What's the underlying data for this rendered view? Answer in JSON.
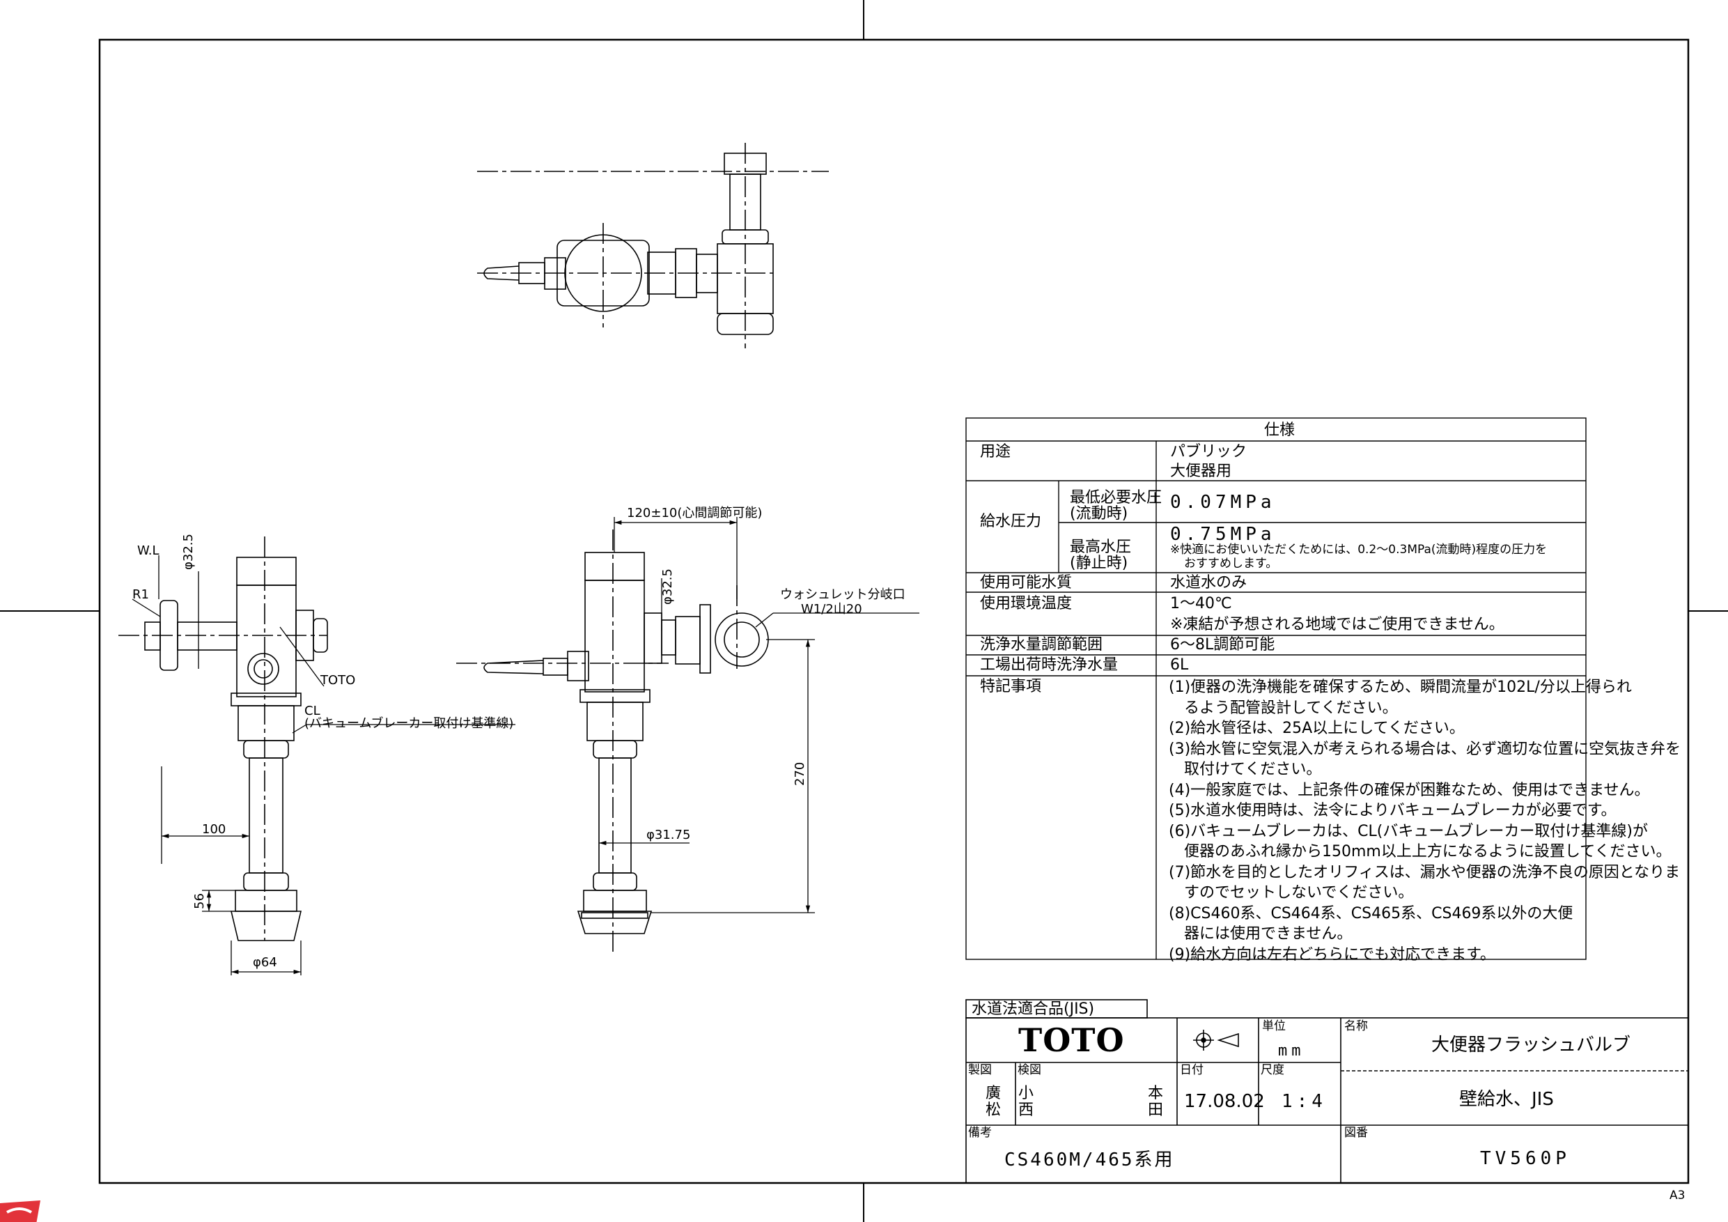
{
  "drawing": {
    "labels": {
      "wl": "W.L",
      "r1": "R1",
      "phi325": "φ32.5",
      "toto_mark": "TOTO",
      "cl": "CL",
      "cl_note": "(バキュームブレーカー取付け基準線)",
      "dim100": "100",
      "dim56": "56",
      "phi64": "φ64",
      "dim120": "120±10(心間調節可能)",
      "washlet": "ウォシュレット分岐口",
      "w12": "W1/2山20",
      "dim270": "270",
      "phi3175": "φ31.75"
    }
  },
  "spec": {
    "header": "仕様",
    "rows": {
      "yoto_label": "用途",
      "yoto_v1": "パブリック",
      "yoto_v2": "大便器用",
      "kyusui_label": "給水圧力",
      "min_label": "最低必要水圧",
      "min_sub": "(流動時)",
      "min_value": "0.07MPa",
      "max_label": "最高水圧",
      "max_sub": "(静止時)",
      "max_value": "0.75MPa",
      "max_note1": "※快適にお使いいただくためには、0.2～0.3MPa(流動時)程度の圧力を",
      "max_note2": "おすすめします。",
      "water_label": "使用可能水質",
      "water_value": "水道水のみ",
      "temp_label": "使用環境温度",
      "temp_value": "1～40℃",
      "temp_note": "※凍結が予想される地域ではご使用できません。",
      "flow_label": "洗浄水量調節範囲",
      "flow_value": "6～8L調節可能",
      "factory_label": "工場出荷時洗浄水量",
      "factory_value": "6L",
      "notes_label": "特記事項"
    },
    "notes": [
      "(1)便器の洗浄機能を確保するため、瞬間流量が102L/分以上得られ",
      "　るよう配管設計してください。",
      "(2)給水管径は、25A以上にしてください。",
      "(3)給水管に空気混入が考えられる場合は、必ず適切な位置に空気抜き弁を",
      "　取付けてください。",
      "(4)一般家庭では、上記条件の確保が困難なため、使用はできません。",
      "(5)水道水使用時は、法令によりバキュームブレーカが必要です。",
      "(6)バキュームブレーカは、CL(バキュームブレーカー取付け基準線)が",
      "　便器のあふれ縁から150mm以上上方になるように設置してください。",
      "(7)節水を目的としたオリフィスは、漏水や便器の洗浄不良の原因となりま",
      "　すのでセットしないでください。",
      "(8)CS460系、CS464系、CS465系、CS469系以外の大便",
      "　器には使用できません。",
      "(9)給水方向は左右どちらにでも対応できます。"
    ]
  },
  "title_block": {
    "jis_badge": "水道法適合品(JIS)",
    "logo": "TOTO",
    "unit_label": "単位",
    "unit_value": "mm",
    "name_label": "名称",
    "name_line1": "大便器フラッシュバルブ",
    "name_line2": "壁給水、JIS",
    "drawn_label": "製図",
    "drawn_by": "廣松",
    "checked_label": "検図",
    "checked_by1": "小西",
    "checked_by2": "本田",
    "date_label": "日付",
    "date_value": "17.08.02",
    "scale_label": "尺度",
    "scale_value": "1:4",
    "remarks_label": "備考",
    "remarks_value": "CS460M/465系用",
    "dwg_label": "図番",
    "dwg_value": "TV560P"
  },
  "sheet_size": "A3"
}
